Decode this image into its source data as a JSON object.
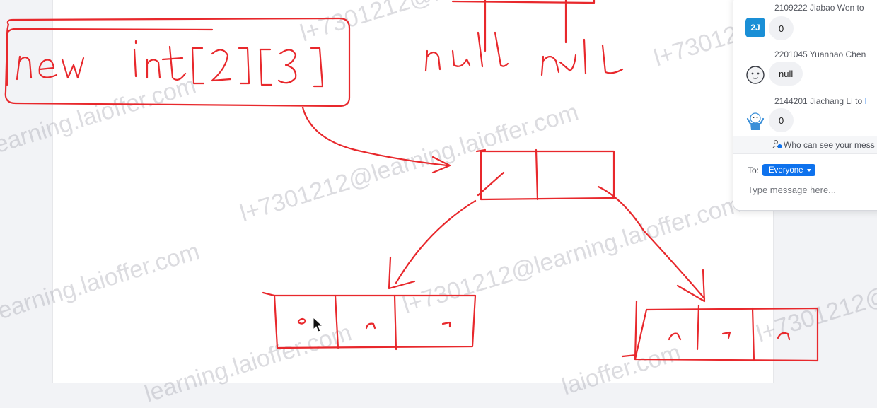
{
  "watermark": {
    "email": "l+7301212@learning.laioffer.com",
    "domain": "learning.laioffer.com",
    "domain_alt": "laioffer.com"
  },
  "whiteboard": {
    "drawn_label": "new int[2][3]",
    "null_label_1": "null",
    "null_label_2": "null",
    "ink_color": "#e8282c",
    "first_cell_value": "0"
  },
  "chat": {
    "messages": [
      {
        "sender": "2109222 Jiabao Wen",
        "to_word": "to",
        "avatar": "initials-avatar",
        "avatar_text": "2J",
        "text": "0"
      },
      {
        "sender": "2201045 Yuanhao Chen",
        "to_word": "",
        "avatar": "emoji-face-avatar",
        "text": "null"
      },
      {
        "sender": "2144201 Jiachang Li",
        "to_word": "to",
        "avatar": "cartoon-avatar",
        "text": "0"
      }
    ],
    "visibility_notice": "Who can see your mess",
    "to_label": "To:",
    "recipient": "Everyone",
    "input_placeholder": "Type message here...",
    "accent_color": "#0e72ed",
    "avatar_color": "#1a8fd6"
  }
}
